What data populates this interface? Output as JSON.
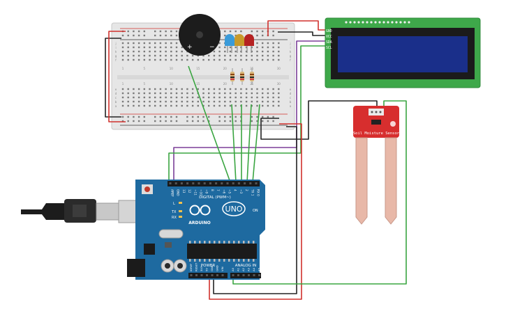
{
  "arduino": {
    "brand": "ARDUINO",
    "model": "UNO",
    "digital_header_label": "DIGITAL (PWM~)",
    "power_header_label": "POWER",
    "analog_header_label": "ANALOG IN",
    "on_label": "ON",
    "led_l": "L",
    "led_tx": "TX",
    "led_rx": "RX",
    "digital_pins": [
      "AREF",
      "GND",
      "13",
      "12",
      "~11",
      "~10",
      "~9",
      "8",
      "7",
      "~6",
      "~5",
      "4",
      "~3",
      "2",
      "TX 1",
      "RX 0"
    ],
    "power_pins": [
      "IOREF",
      "RESET",
      "3V3",
      "5V",
      "GND",
      "GND",
      "VIN"
    ],
    "analog_pins": [
      "A0",
      "A1",
      "A2",
      "A3",
      "A4",
      "A5"
    ]
  },
  "lcd": {
    "pins": [
      "GND",
      "VCC",
      "SDA",
      "SCL"
    ]
  },
  "soil_sensor": {
    "title": "Soil Moisture Sensor"
  },
  "breadboard": {
    "row_letters_top": [
      "j",
      "i",
      "h",
      "g",
      "f"
    ],
    "row_letters_bottom": [
      "e",
      "d",
      "c",
      "b",
      "a"
    ],
    "column_numbers": [
      "1",
      "5",
      "10",
      "15",
      "20",
      "25",
      "30"
    ]
  },
  "buzzer": {
    "plus": "+",
    "minus": "−"
  },
  "colors": {
    "wire_red": "#d0312d",
    "wire_black": "#222222",
    "wire_green": "#3aa541",
    "wire_purple": "#7b3f98",
    "board_blue": "#1e6aa0",
    "sensor_red": "#d72e2e",
    "lcd_green": "#3ea84a",
    "lcd_screen": "#1a2f8a",
    "led_blue": "#3a9bd9",
    "led_yellow": "#d4a72c",
    "led_red": "#c62828"
  }
}
